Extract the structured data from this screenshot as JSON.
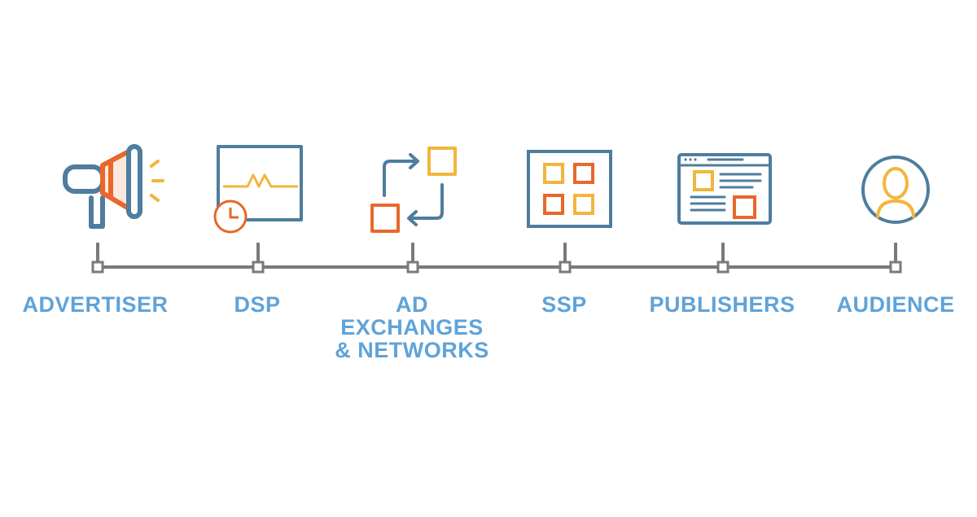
{
  "diagram": {
    "stages": [
      {
        "label": "ADVERTISER",
        "icon": "megaphone-icon"
      },
      {
        "label": "DSP",
        "icon": "monitor-clock-icon"
      },
      {
        "label": "AD\nEXCHANGES\n& NETWORKS",
        "icon": "exchange-arrows-icon"
      },
      {
        "label": "SSP",
        "icon": "ad-grid-icon"
      },
      {
        "label": "PUBLISHERS",
        "icon": "browser-window-icon"
      },
      {
        "label": "AUDIENCE",
        "icon": "user-avatar-icon"
      }
    ]
  },
  "colors": {
    "blue": "#4e7d9e",
    "orange": "#e8672a",
    "yellow": "#f2b53d",
    "gray": "#7a7a7a",
    "label": "#5fa3d9"
  }
}
